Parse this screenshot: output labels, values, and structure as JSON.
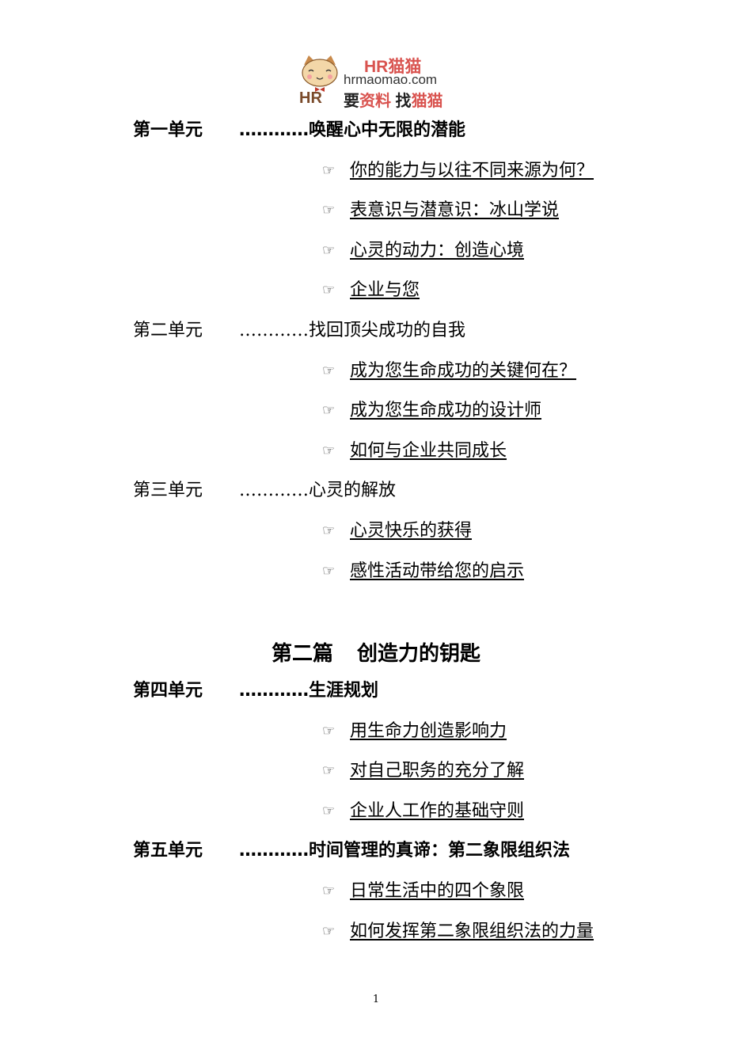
{
  "logo": {
    "brand": "HR猫猫",
    "domain": "hrmaomao.com",
    "slogan_a": "要",
    "slogan_b": "资料",
    "slogan_c": " 找",
    "slogan_d": "猫猫"
  },
  "bullet_icon": "pointing-hand-icon",
  "part_two": {
    "title": "第二篇",
    "subtitle": "创造力的钥匙"
  },
  "units_part_one": [
    {
      "unit": "第一单元",
      "title": "…………唤醒心中无限的潜能",
      "bold": true,
      "items": [
        "你的能力与以往不同来源为何？",
        "表意识与潜意识：冰山学说",
        "心灵的动力：创造心境",
        "企业与您"
      ]
    },
    {
      "unit": "第二单元",
      "title": "…………找回顶尖成功的自我",
      "bold": false,
      "items": [
        "成为您生命成功的关键何在？",
        "成为您生命成功的设计师",
        "如何与企业共同成长"
      ]
    },
    {
      "unit": "第三单元",
      "title": "…………心灵的解放",
      "bold": false,
      "items": [
        "心灵快乐的获得",
        "感性活动带给您的启示"
      ]
    }
  ],
  "units_part_two": [
    {
      "unit": "第四单元",
      "title": "…………生涯规划",
      "bold": true,
      "items": [
        "用生命力创造影响力",
        "对自己职务的充分了解",
        "企业人工作的基础守则"
      ]
    },
    {
      "unit": "第五单元",
      "title": "…………时间管理的真谛：第二象限组织法",
      "bold": true,
      "items": [
        "日常生活中的四个象限",
        "如何发挥第二象限组织法的力量"
      ]
    }
  ],
  "page_number": "1"
}
